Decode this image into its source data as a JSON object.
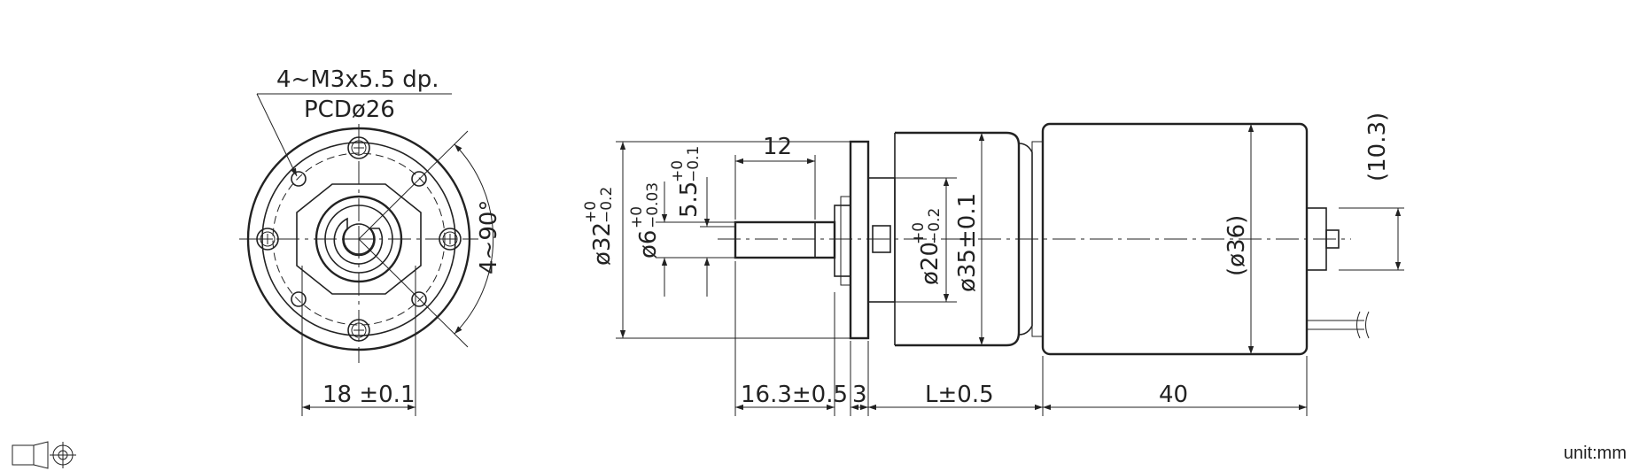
{
  "front_view": {
    "hole_note": "4~M3x5.5 dp.",
    "pcd": "PCDø26",
    "angle": "4~90°",
    "width_dim": "18 ±0.1"
  },
  "side_view": {
    "shaft_len": "12",
    "flange_dia": "ø32",
    "flange_tol_upper": "+0",
    "flange_tol_lower": "−0.2",
    "shaft_dia": "ø6",
    "shaft_tol_upper": "+0",
    "shaft_tol_lower": "−0.03",
    "flat_dim": "5.5",
    "flat_tol_upper": "+0",
    "flat_tol_lower": "−0.1",
    "boss_dia": "ø20",
    "boss_tol_upper": "+0",
    "boss_tol_lower": "−0.2",
    "gearbox_dia": "ø35±0.1",
    "motor_dia": "(ø36)",
    "terminal_offset": "(10.3)",
    "shaft_ext": "16.3±0.5",
    "flange_thk": "3",
    "gear_len": "L±0.5",
    "motor_len": "40"
  },
  "projection_symbol": "third-angle-projection-icon",
  "unit": "unit:mm"
}
